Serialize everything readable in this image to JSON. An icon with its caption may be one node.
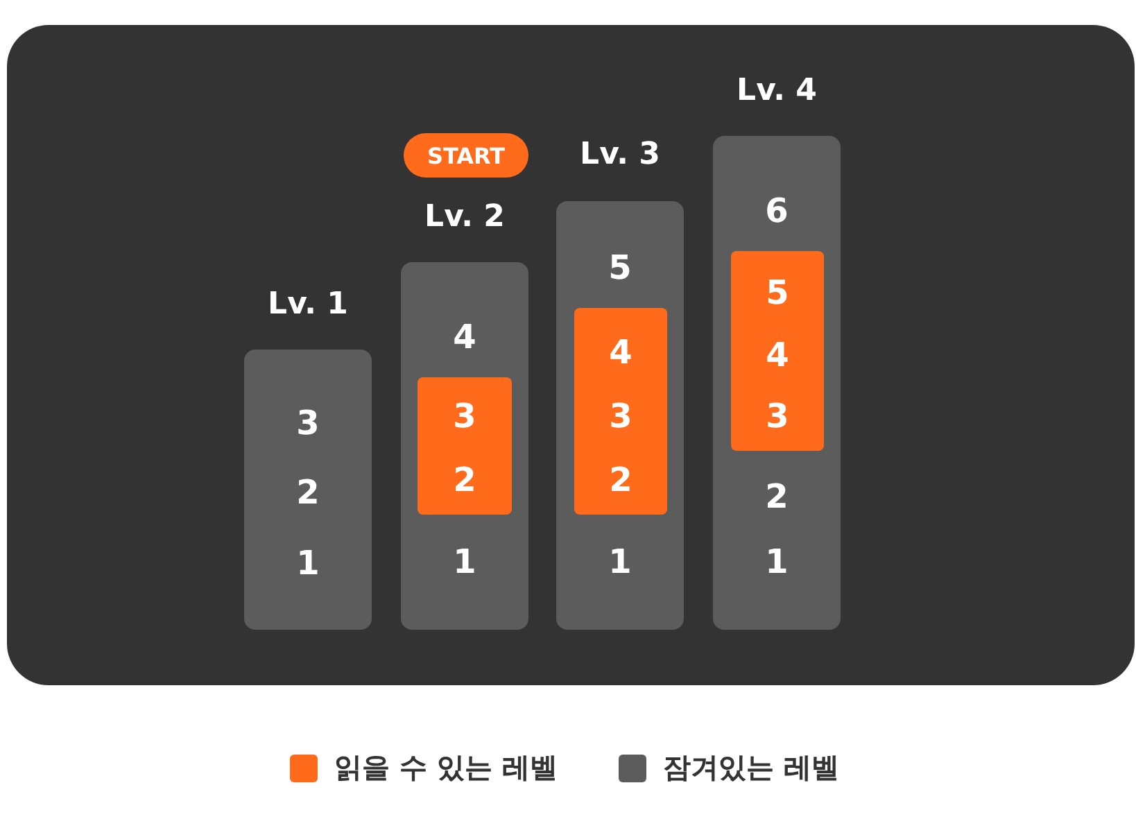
{
  "diagram": {
    "nodes": [
      {
        "text": [
          "Lv. 1",
          "3",
          "2",
          "1"
        ]
      },
      {
        "text": [
          "START"
        ]
      },
      {
        "text": [
          "Lv. 2",
          "4",
          "1"
        ]
      },
      {
        "text": [
          "3",
          "2"
        ],
        "in": 2
      },
      {
        "text": [
          "Lv. 3",
          "5",
          "1"
        ]
      },
      {
        "text": [
          "4",
          "3",
          "2"
        ],
        "in": 4
      },
      {
        "text": [
          "Lv. 4",
          "6",
          "2",
          "1"
        ]
      },
      {
        "text": [
          "5",
          "4",
          "3"
        ],
        "in": 6
      }
    ],
    "legend": [
      {
        "text": "읽을 수 있는 레벨",
        "color": "#ff6b1a"
      },
      {
        "text": "잠겨있는 레벨",
        "color": "#5c5c5c"
      }
    ]
  }
}
